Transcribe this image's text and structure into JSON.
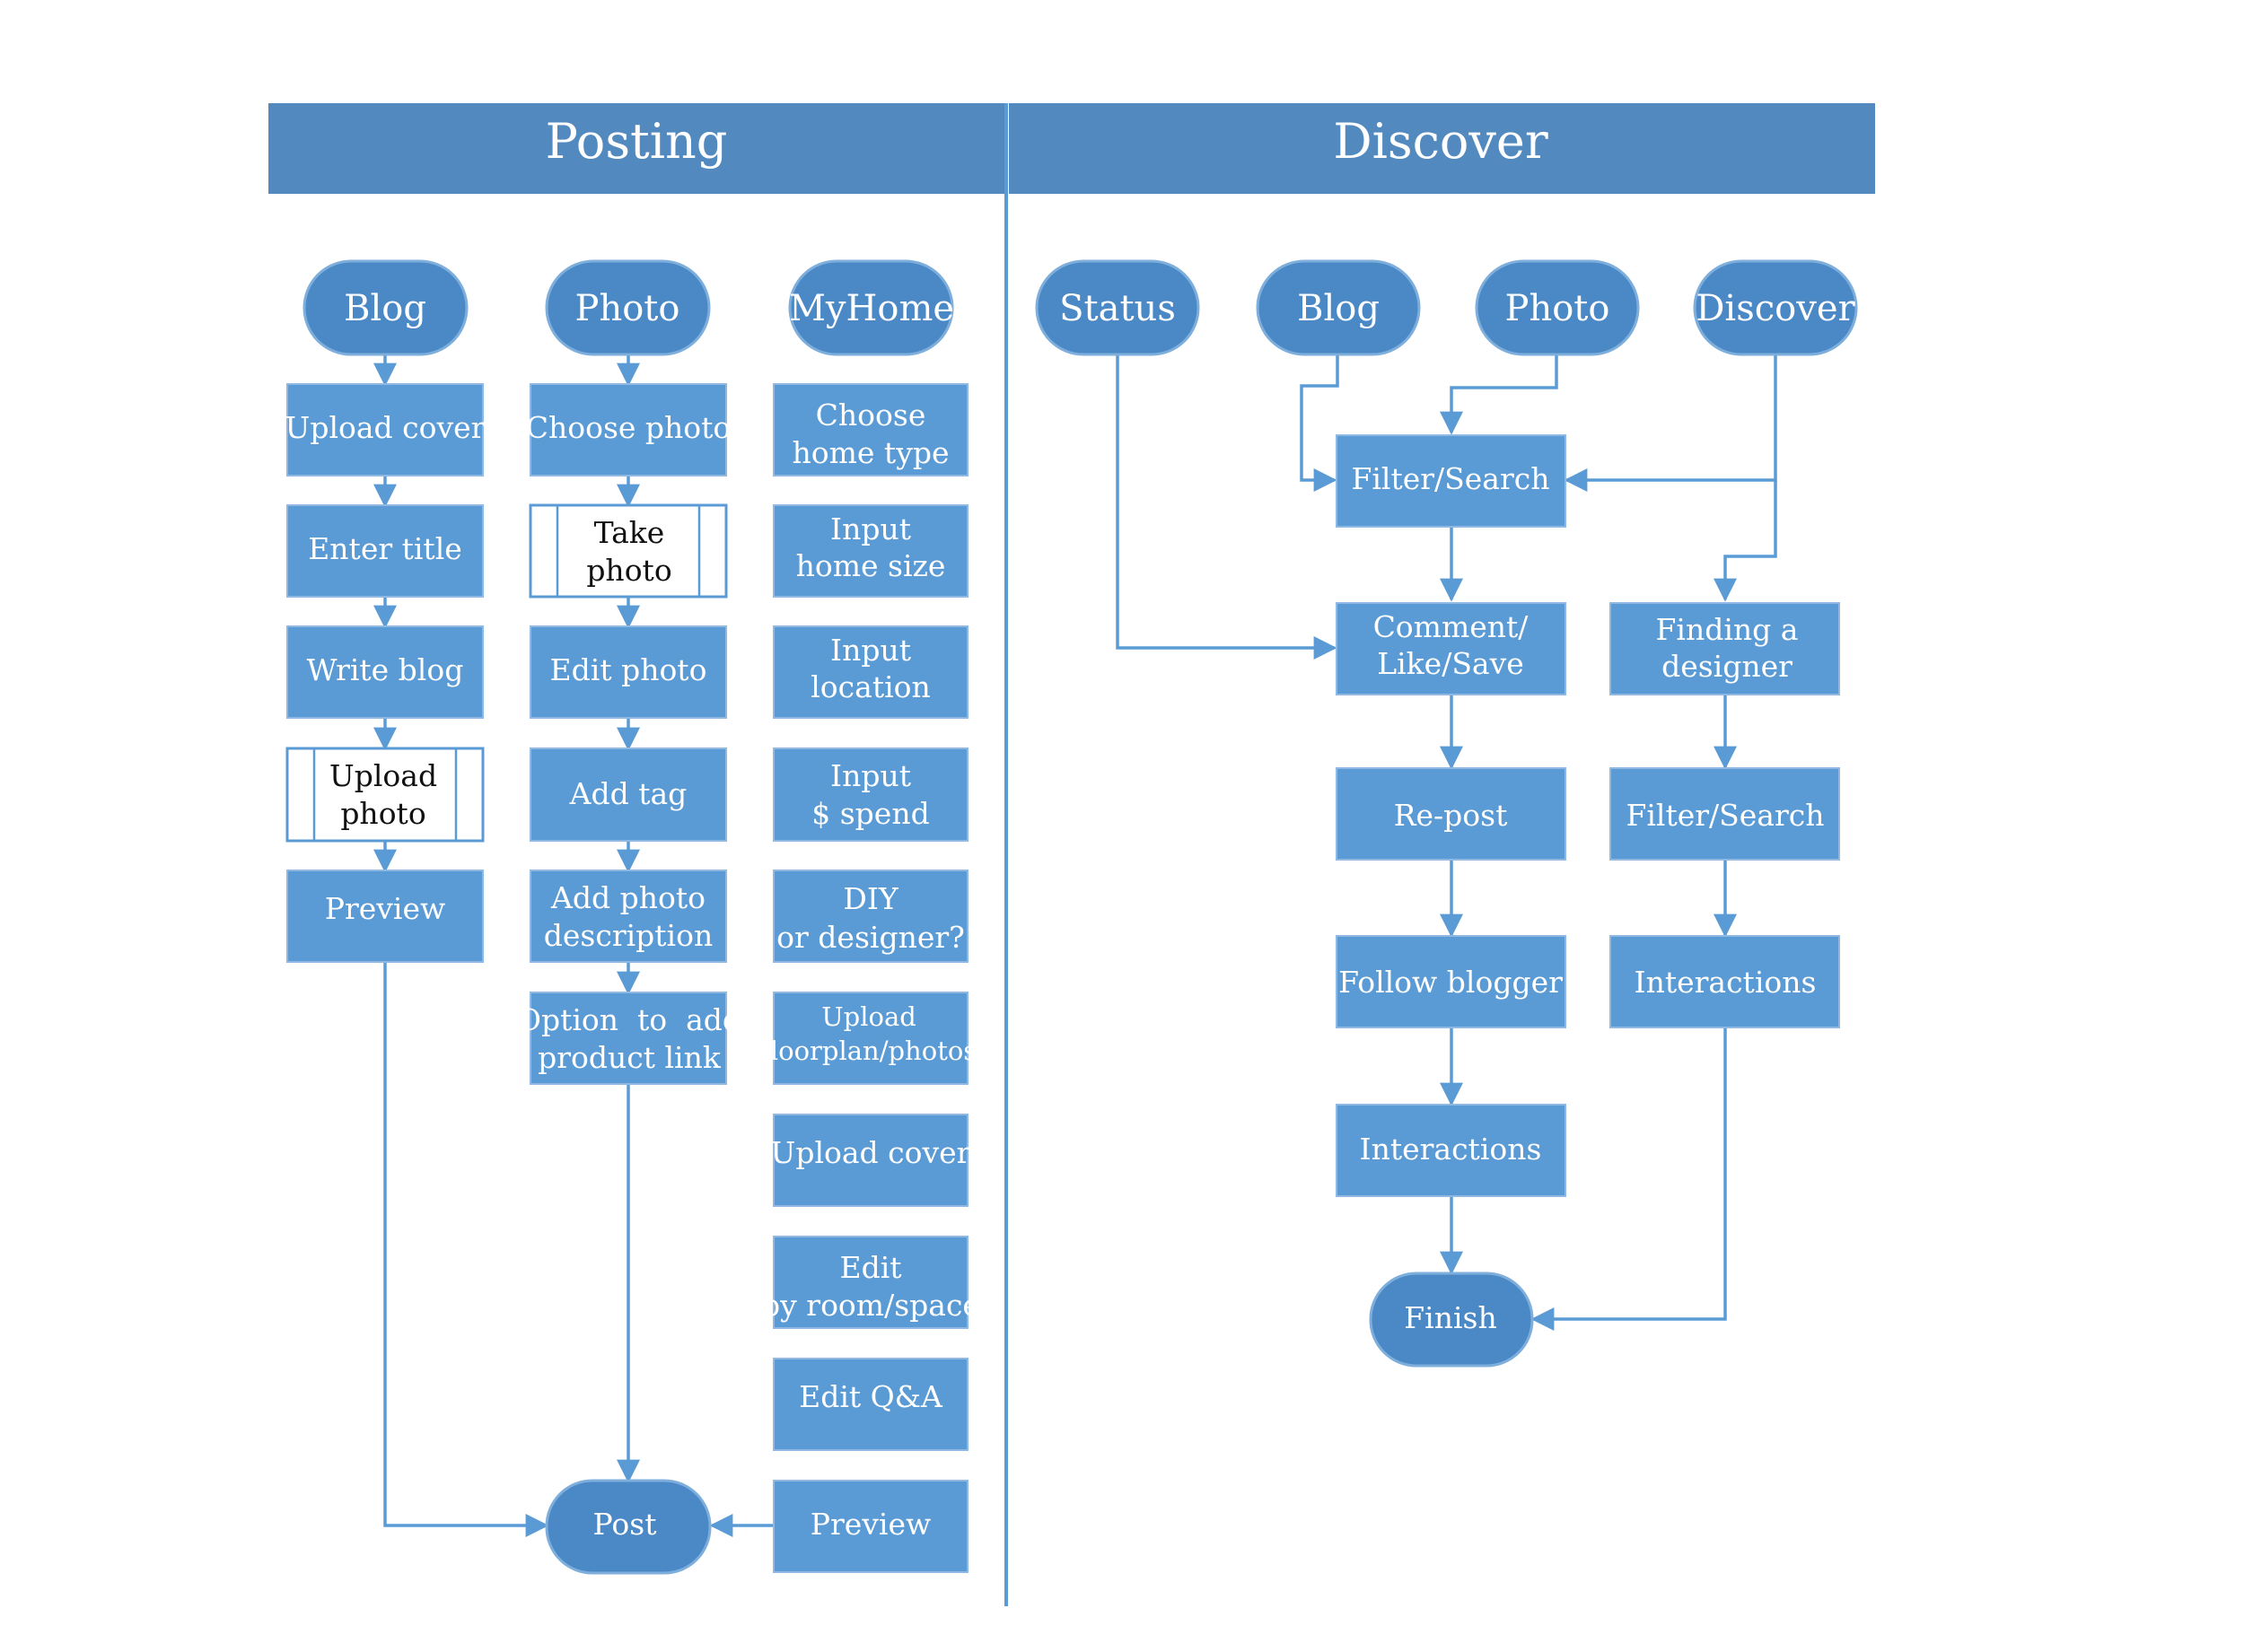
{
  "headers": {
    "posting": "Posting",
    "discover": "Discover"
  },
  "colors": {
    "header": "#5289bf",
    "node": "#5b9bd5",
    "terminal": "#4a88c6",
    "edge": "#5b9bd5"
  },
  "posting": {
    "blog": {
      "start": "Blog",
      "upload_cover": "Upload cover",
      "enter_title": "Enter title",
      "write_blog": "Write blog",
      "upload_photo": [
        "Upload",
        "photo"
      ],
      "preview": "Preview"
    },
    "photo": {
      "start": "Photo",
      "choose_photo": "Choose photo",
      "take_photo": [
        "Take",
        "photo"
      ],
      "edit_photo": "Edit photo",
      "add_tag": "Add tag",
      "add_photo_description": [
        "Add photo",
        "description"
      ],
      "option_product_link": [
        "Option  to  add",
        "product link"
      ]
    },
    "myhome": {
      "start": "MyHome",
      "choose_home_type": [
        "Choose",
        "home type"
      ],
      "input_home_size": [
        "Input",
        "home size"
      ],
      "input_location": [
        "Input",
        "location"
      ],
      "input_spend": [
        "Input",
        "$ spend"
      ],
      "diy_or_designer": [
        "DIY",
        "or designer?"
      ],
      "upload_floorplan": [
        "Upload",
        "floorplan/photos"
      ],
      "upload_cover": "Upload cover",
      "edit_by_room": [
        "Edit",
        "by room/space"
      ],
      "edit_qa": "Edit Q&A",
      "preview": "Preview"
    },
    "post": "Post"
  },
  "discover": {
    "status": "Status",
    "blog": "Blog",
    "photo": "Photo",
    "discover": "Discover",
    "filter_search": "Filter/Search",
    "comment_like_save": [
      "Comment/",
      "Like/Save"
    ],
    "repost": "Re-post",
    "follow_blogger": "Follow blogger",
    "interactions": "Interactions",
    "finding_designer": [
      "Finding a",
      "designer"
    ],
    "filter_search_2": "Filter/Search",
    "interactions_2": "Interactions",
    "finish": "Finish"
  }
}
